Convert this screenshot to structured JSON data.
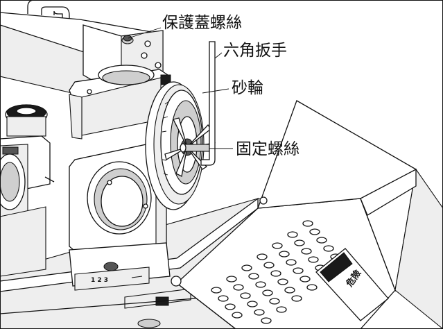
{
  "labels": {
    "guard_screw": "保護蓋螺絲",
    "hex_wrench": "六角扳手",
    "grinding_wheel": "砂輪",
    "fixing_screw": "固定螺絲"
  },
  "warning": {
    "title": "危險"
  },
  "colors": {
    "line": "#111111",
    "background": "#ffffff",
    "shade_light": "#eeeeee",
    "shade_mid": "#cfcfcf",
    "shade_dark": "#555555"
  }
}
